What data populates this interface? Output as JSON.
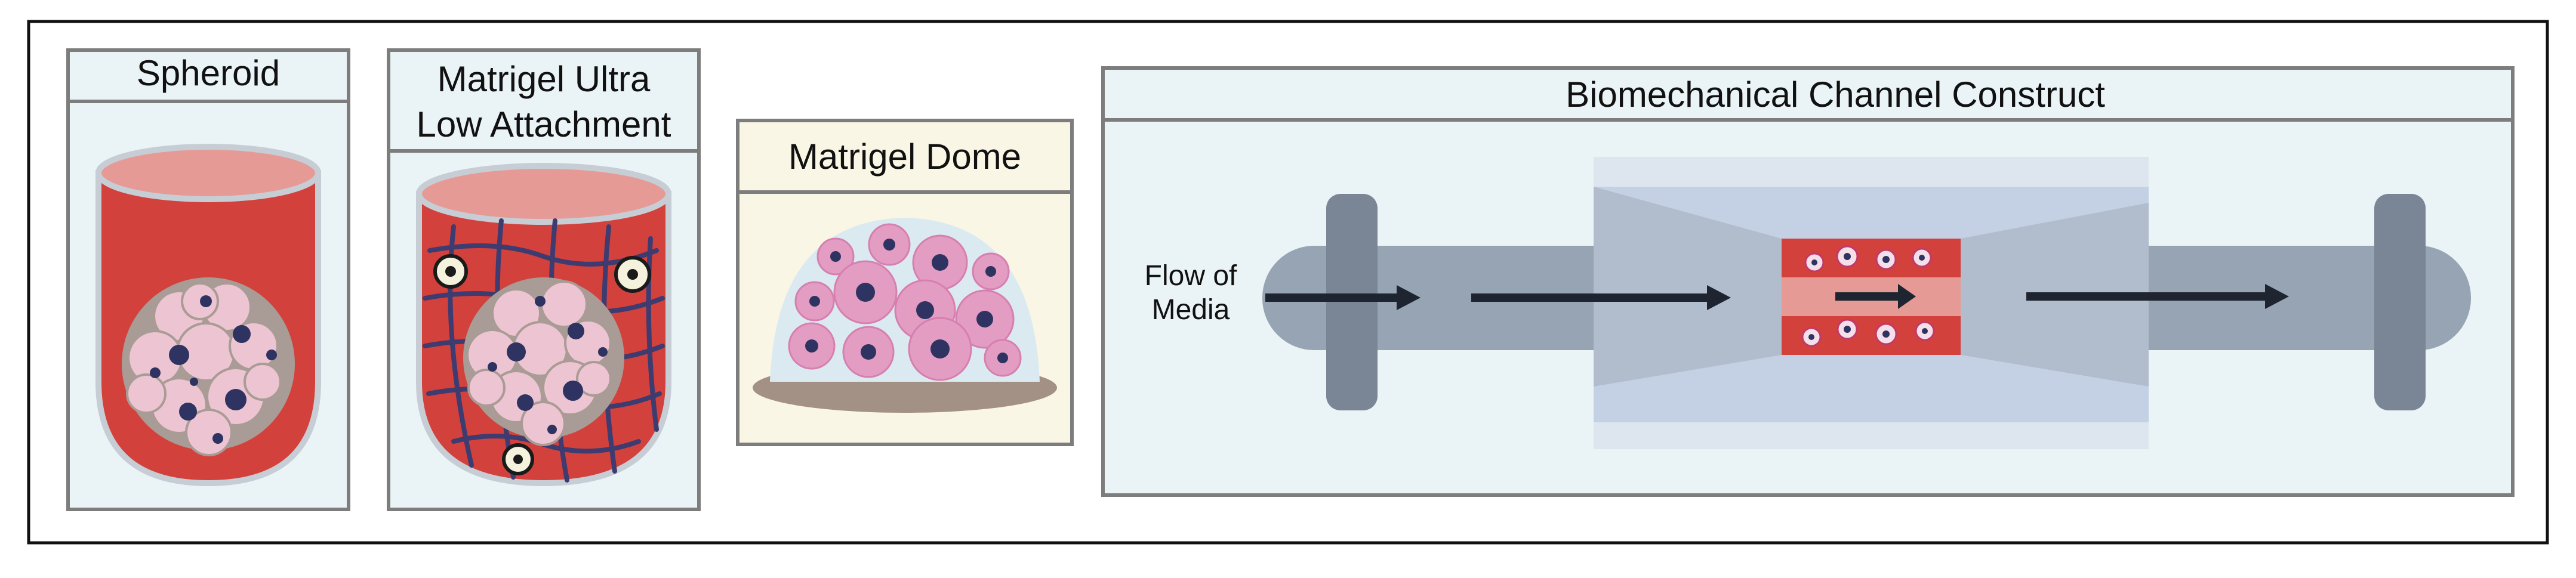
{
  "panels": {
    "spheroid": {
      "title": "Spheroid"
    },
    "ula": {
      "title_line1": "Matrigel Ultra",
      "title_line2": "Low Attachment"
    },
    "dome": {
      "title": "Matrigel Dome"
    },
    "channel": {
      "title": "Biomechanical Channel Construct",
      "flow_label_line1": "Flow of",
      "flow_label_line2": "Media"
    }
  },
  "colors": {
    "panel_bg": "#eaf3f6",
    "panel_border": "#7d7d7d",
    "dome_panel_bg": "#faf6e6",
    "media_red": "#d2413c",
    "media_surface": "#e69a96",
    "cell_pink": "#edc4d1",
    "cell_nucleus": "#2f3361",
    "matrix_grey": "#a99b95",
    "gel_blue": "#dbeaf0",
    "matrigel_mesh": "#3d3b6f",
    "tube_grey": "#97a4b4",
    "clamp_grey": "#7a8596",
    "chamber_blue": "#c4d1e4",
    "arrow": "#1e2430"
  },
  "icons": [
    "well-icon",
    "spheroid-icon",
    "matrigel-mesh-icon",
    "dome-icon",
    "channel-icon",
    "flow-arrow-icon"
  ]
}
